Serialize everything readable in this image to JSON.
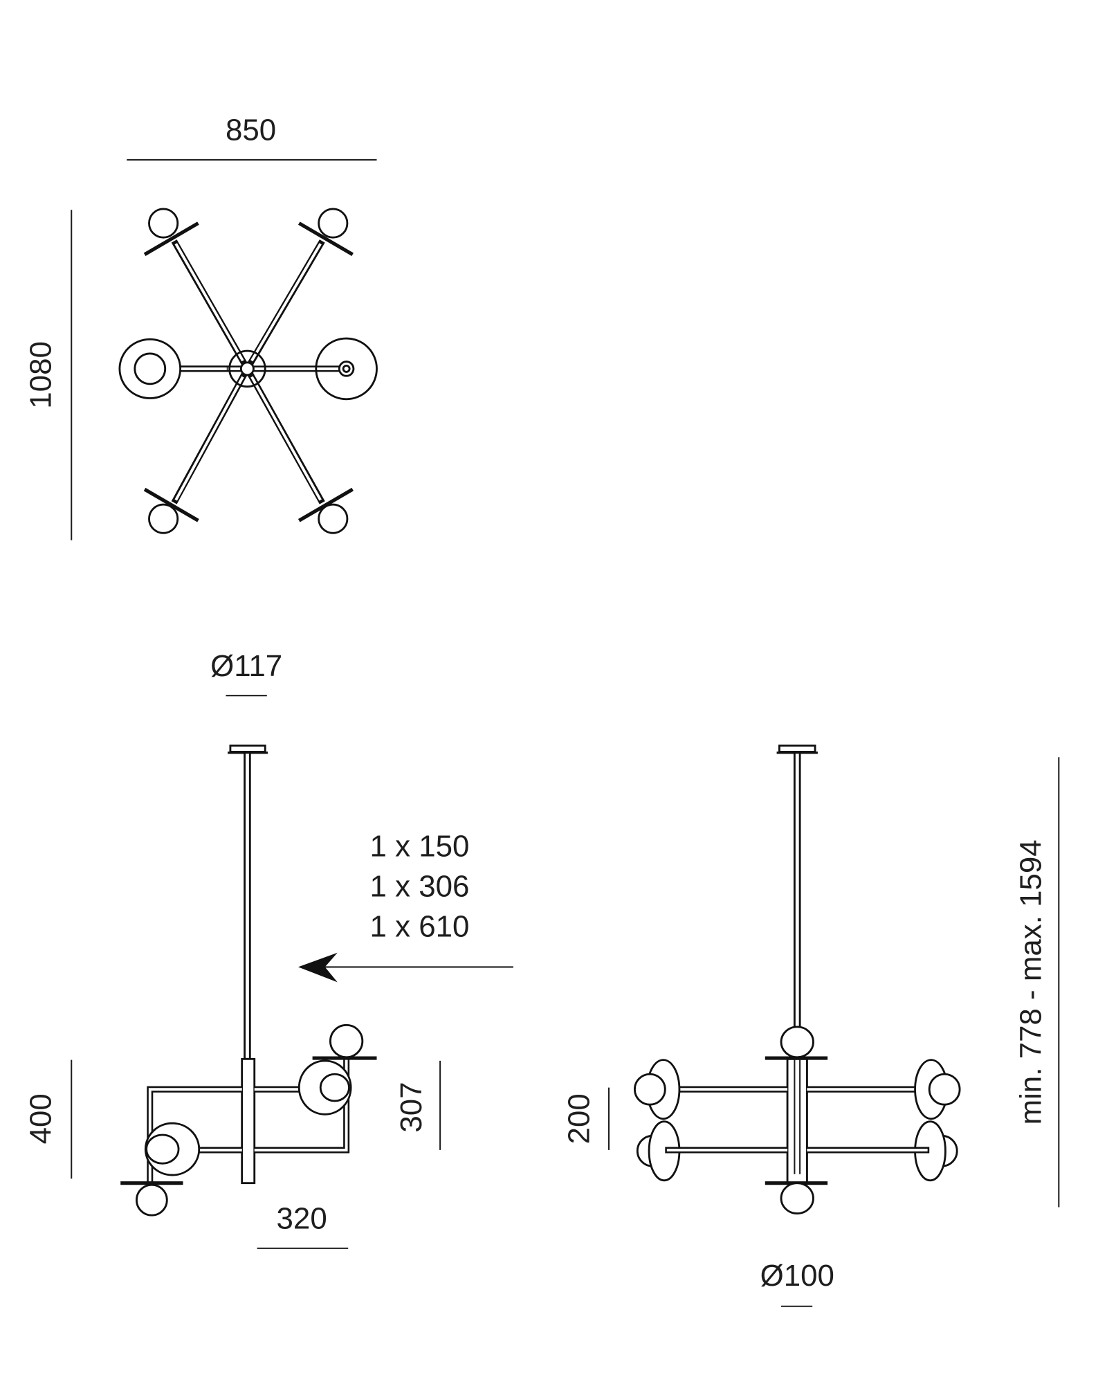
{
  "top_view": {
    "width_label": "850",
    "depth_label": "1080"
  },
  "side_view": {
    "canopy_label": "Ø117",
    "rod_lengths": [
      "1 x 150",
      "1 x 306",
      "1 x 610"
    ],
    "height_label": "400",
    "arm_spacing_label": "307",
    "depth_label": "320"
  },
  "front_view": {
    "arm_spacing_label": "200",
    "globe_label": "Ø100",
    "overall_height_label": "min. 778 - max. 1594"
  }
}
